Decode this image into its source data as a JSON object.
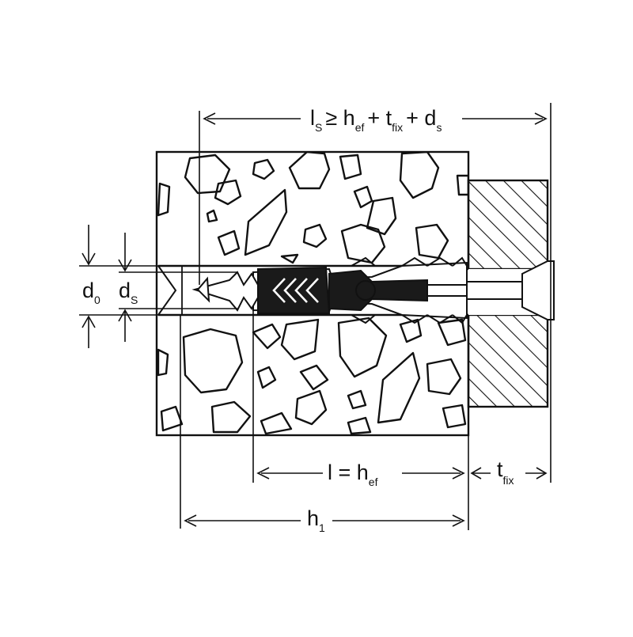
{
  "labels": {
    "screw_length": {
      "main1": "l",
      "sub1": "S",
      "main2": "≥ h",
      "sub2": "ef",
      "main3": "+ t",
      "sub3": "fix",
      "main4": "+ d",
      "sub4": "s"
    },
    "anchorage": {
      "main": "l = h",
      "sub": "ef"
    },
    "fixture": {
      "main": "t",
      "sub": "fix"
    },
    "hole_depth": {
      "main": "h",
      "sub": "1"
    },
    "drill_dia": {
      "main": "d",
      "sub": "0"
    },
    "screw_dia": {
      "main": "d",
      "sub": "S"
    }
  },
  "colors": {
    "line": "#111111",
    "plug": "#1a1a1a",
    "background": "#ffffff"
  }
}
